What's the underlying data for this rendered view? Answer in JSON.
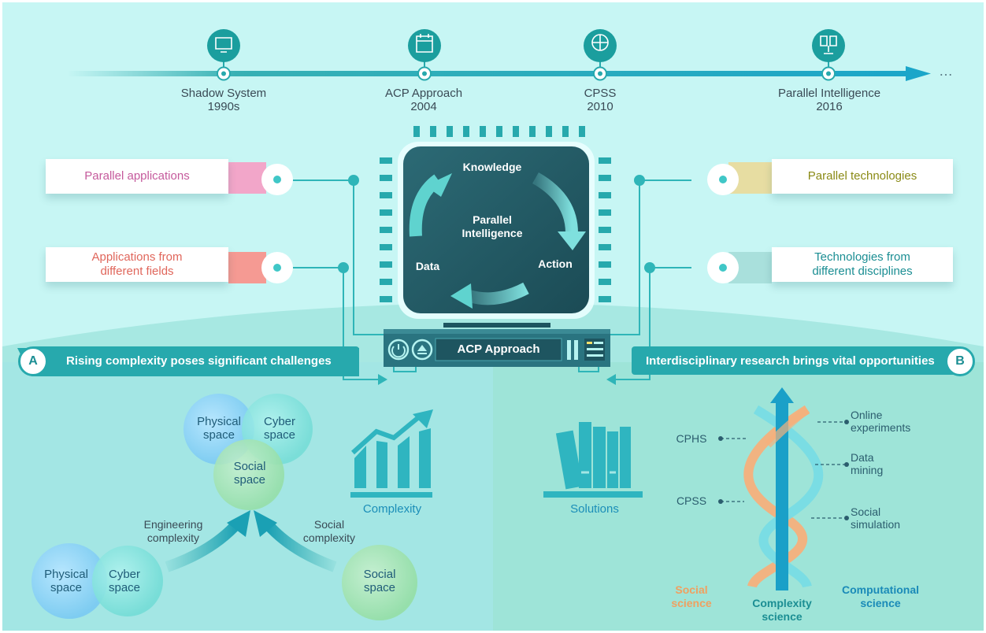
{
  "timeline": [
    {
      "name": "Shadow System",
      "year": "1990s",
      "icon": "monitor-person-icon"
    },
    {
      "name": "ACP Approach",
      "year": "2004",
      "icon": "calendar-pencil-icon"
    },
    {
      "name": "CPSS",
      "year": "2010",
      "icon": "globe-network-icon"
    },
    {
      "name": "Parallel Intelligence",
      "year": "2016",
      "icon": "servers-icon"
    }
  ],
  "timeline_more": "…",
  "left_cards": [
    "Parallel applications",
    "Applications from\ndifferent fields"
  ],
  "right_cards": [
    "Parallel technologies",
    "Technologies from\ndifferent disciplines"
  ],
  "chip": {
    "knowledge": "Knowledge",
    "center": "Parallel\nIntelligence",
    "data": "Data",
    "action": "Action",
    "base_label": "ACP Approach"
  },
  "banners": {
    "left_badge": "A",
    "left_text": "Rising complexity  poses significant challenges",
    "right_badge": "B",
    "right_text": "Interdisciplinary research brings vital opportunities"
  },
  "left_panel": {
    "venn_top": {
      "physical": "Physical\nspace",
      "cyber": "Cyber\nspace",
      "social": "Social\nspace"
    },
    "engineering": "Engineering\ncomplexity",
    "social_complexity": "Social\ncomplexity",
    "bottom_physical": "Physical\nspace",
    "bottom_cyber": "Cyber\nspace",
    "bottom_social": "Social\nspace",
    "complexity_label": "Complexity"
  },
  "right_panel": {
    "solutions_label": "Solutions",
    "cphs": "CPHS",
    "cpss": "CPSS",
    "online": "Online\nexperiments",
    "data_mining": "Data\nmining",
    "social_sim": "Social\nsimulation",
    "social_science": "Social\nscience",
    "complexity_science": "Complexity\nscience",
    "computational_science": "Computational\nscience"
  },
  "colors": {
    "teal": "#27a9ad",
    "dark_chip": "#1e5560",
    "pink": "#c55a9c",
    "salmon": "#e0665b",
    "olive": "#8a8a15",
    "teal_text": "#1b8e93",
    "orange": "#f0a060",
    "blue_text": "#1a8ab8"
  }
}
